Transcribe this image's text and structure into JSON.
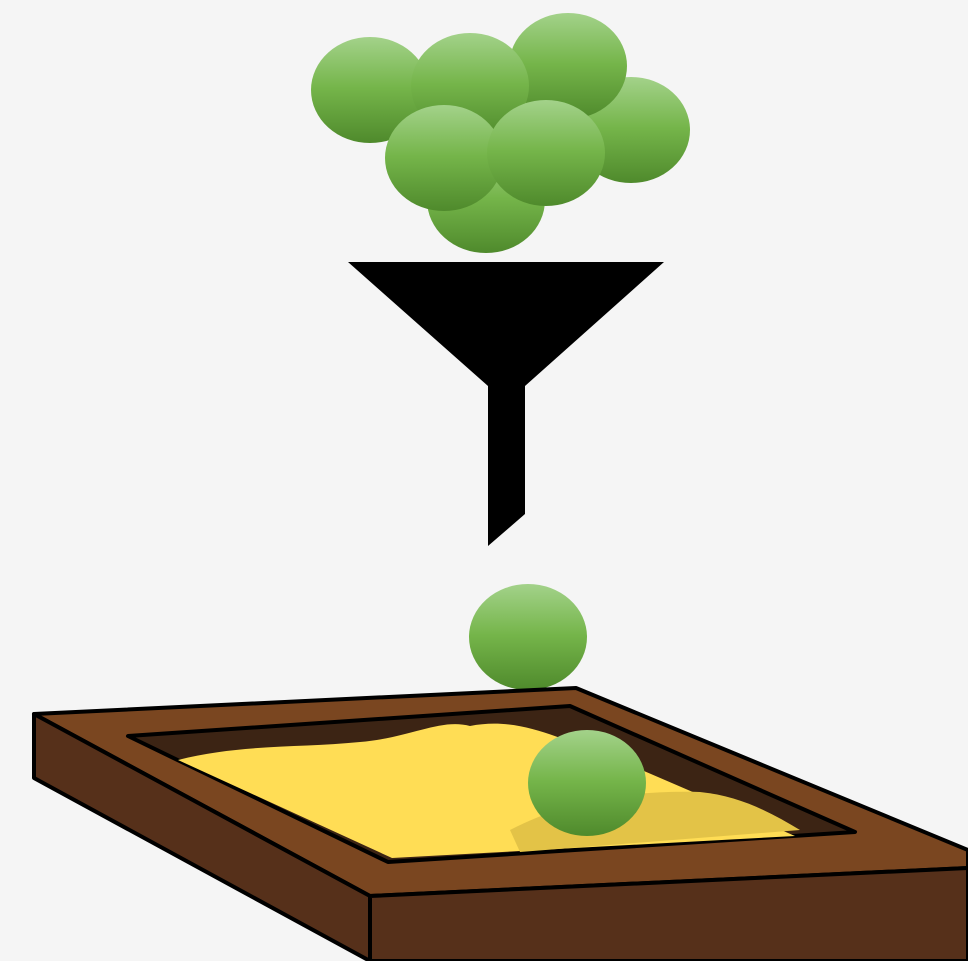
{
  "illustration": {
    "subject": "funnel-filtering-into-sandbox",
    "icons": [
      "ball-icon",
      "funnel-icon",
      "sandbox-icon"
    ],
    "ball_count_above_funnel": 7,
    "ball_count_below_funnel": 2
  },
  "colors": {
    "background": "#f5f5f5",
    "ball_light": "#a3d28a",
    "ball_mid": "#75b54a",
    "ball_dark": "#4f8a2c",
    "funnel": "#000000",
    "wood_top": "#7a4620",
    "wood_side": "#56301a",
    "wood_inner": "#3c2414",
    "sand": "#ffdd55",
    "sand_shadow": "#e3c347",
    "outline": "#000000"
  }
}
